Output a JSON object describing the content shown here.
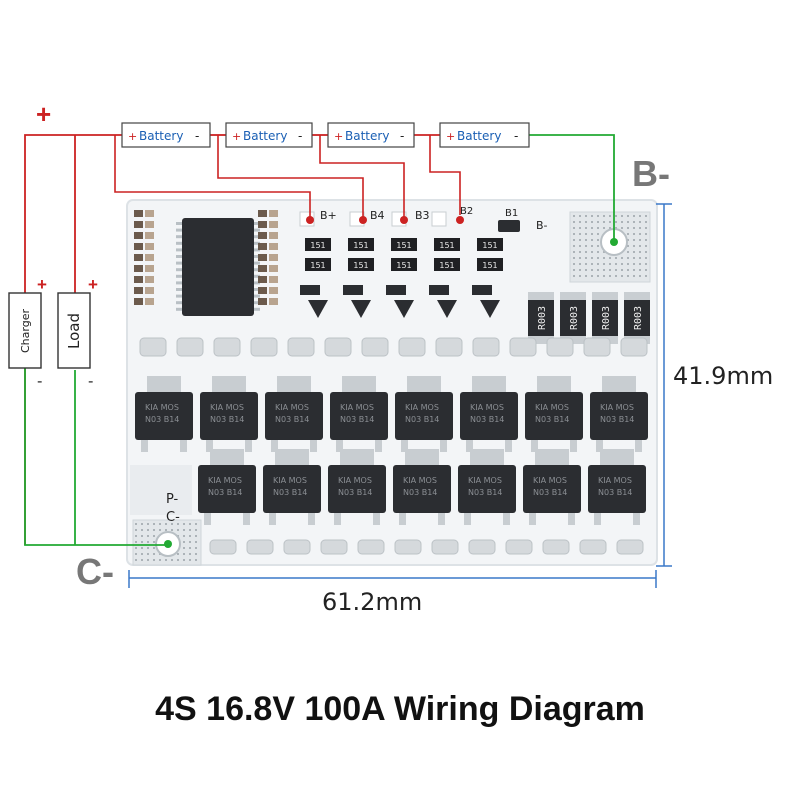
{
  "wiring": {
    "plus_sign": "+",
    "minus_sign": "-",
    "batteries": [
      {
        "label": "Battery"
      },
      {
        "label": "Battery"
      },
      {
        "label": "Battery"
      },
      {
        "label": "Battery"
      }
    ],
    "charger_label": "Charger",
    "load_label": "Load",
    "b_minus": "B-",
    "c_minus": "C-",
    "colors": {
      "positive": "#cc2222",
      "negative": "#22aa33",
      "battery_text": "#1a5fb4",
      "board": "#f4f6f8",
      "mosfet": "#2b2d31",
      "dimension": "#3a78c9"
    }
  },
  "board": {
    "pad_labels": [
      "B+",
      "B4",
      "B3",
      "B2",
      "B1"
    ],
    "b_minus_pad": "B-",
    "p_minus": "P-",
    "c_minus_small": "C-",
    "resistor_code": "R003",
    "smd_code": "151",
    "mosfet_lines": [
      "KIA",
      "MOS",
      "N03",
      "B14"
    ]
  },
  "dimensions": {
    "height": "41.9mm",
    "width": "61.2mm"
  },
  "caption": "4S 16.8V 100A Wiring Diagram"
}
